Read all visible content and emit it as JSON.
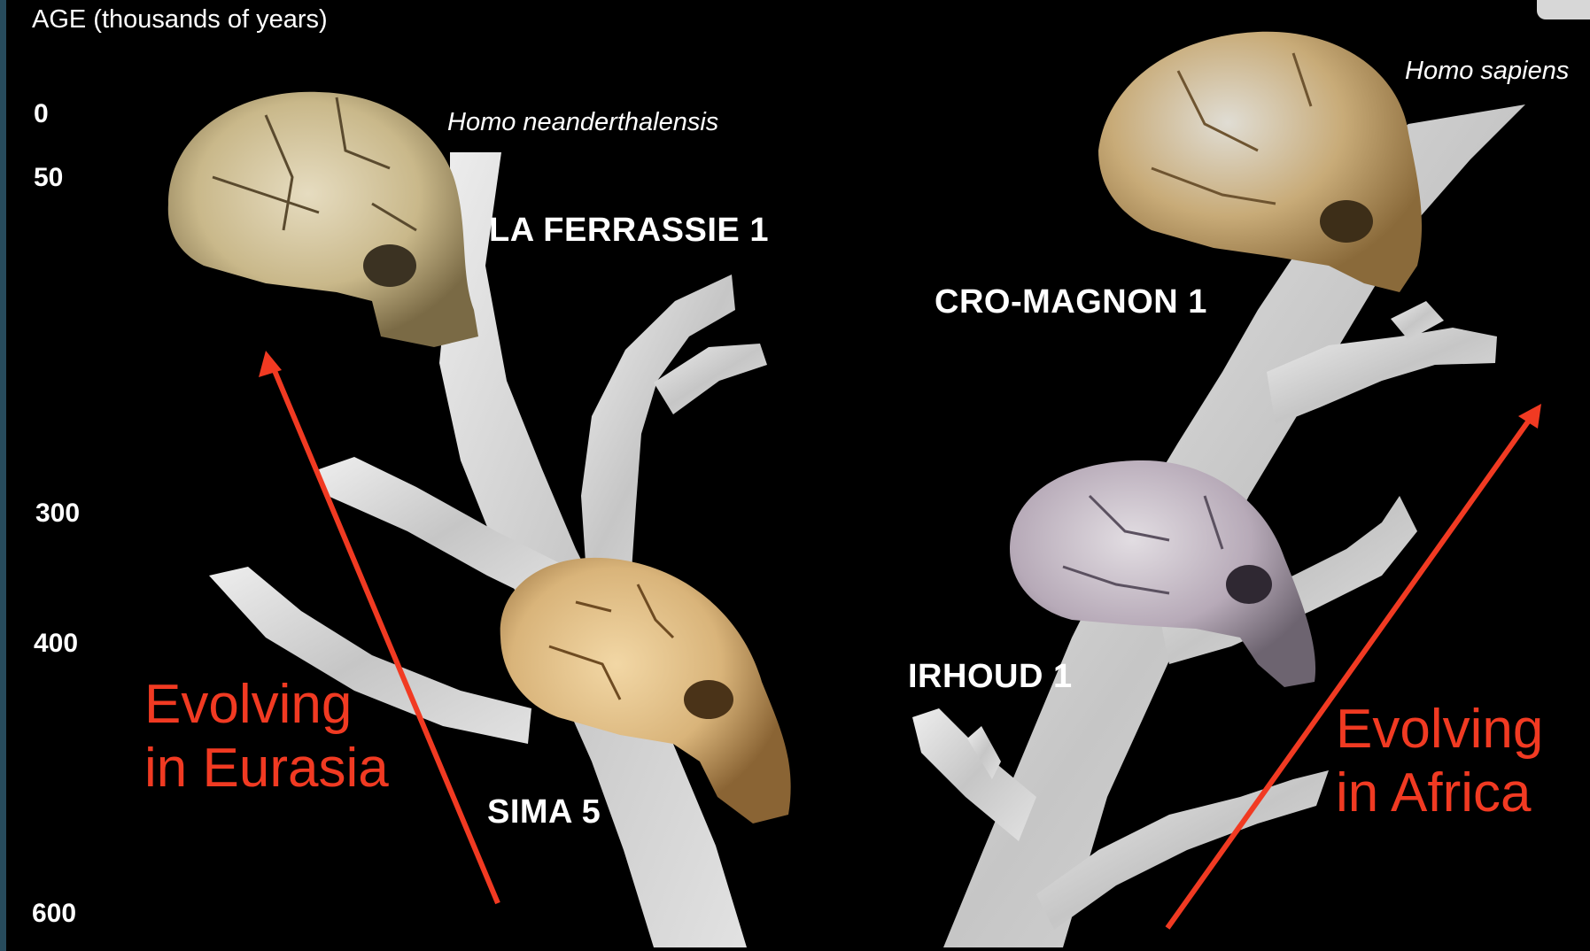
{
  "axis": {
    "title": "AGE (thousands of years)",
    "ticks": [
      "0",
      "50",
      "300",
      "400",
      "600"
    ]
  },
  "lineages": {
    "eurasia": {
      "species": "Homo neanderthalensis",
      "skull_late": "LA FERRASSIE 1",
      "skull_early": "SIMA 5",
      "caption_line1": "Evolving",
      "caption_line2": "in Eurasia"
    },
    "africa": {
      "species": "Homo sapiens",
      "skull_late": "CRO-MAGNON 1",
      "skull_early": "IRHOUD 1",
      "caption_line1": "Evolving",
      "caption_line2": "in Africa"
    }
  },
  "colors": {
    "background": "#000000",
    "branches": "#d4d4d4",
    "arrows": "#f13a22",
    "text": "#ffffff"
  }
}
